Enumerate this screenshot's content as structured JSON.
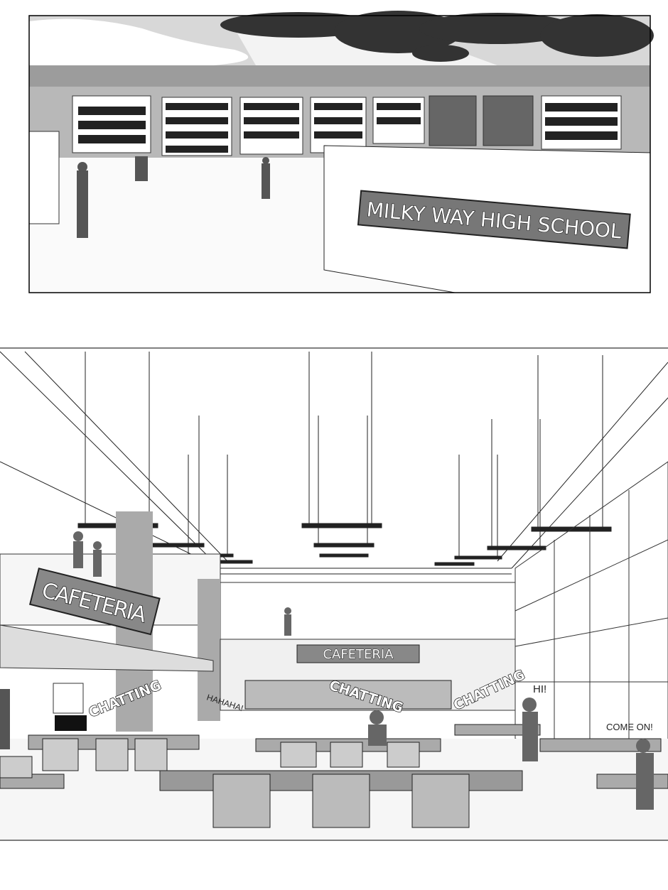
{
  "panel1": {
    "school_sign": "MILKY WAY HIGH SCHOOL"
  },
  "panel2": {
    "sign_left": "CAFETERIA",
    "sign_center": "CAFETERIA",
    "sfx": {
      "chatting_left": "CHATTING",
      "hahaha": "HAHAHA!",
      "chatting_center": "CHATTING",
      "chatting_right": "CHATTING",
      "hi": "HI!",
      "come_on": "COME ON!"
    }
  },
  "colors": {
    "sky": "#e6e6e6",
    "cloud": "#ffffff",
    "building": "#bdbdbd",
    "sign_plate": "#7a7a7a",
    "foliage": "#3a3a3a",
    "floor": "#f2f2f2"
  }
}
